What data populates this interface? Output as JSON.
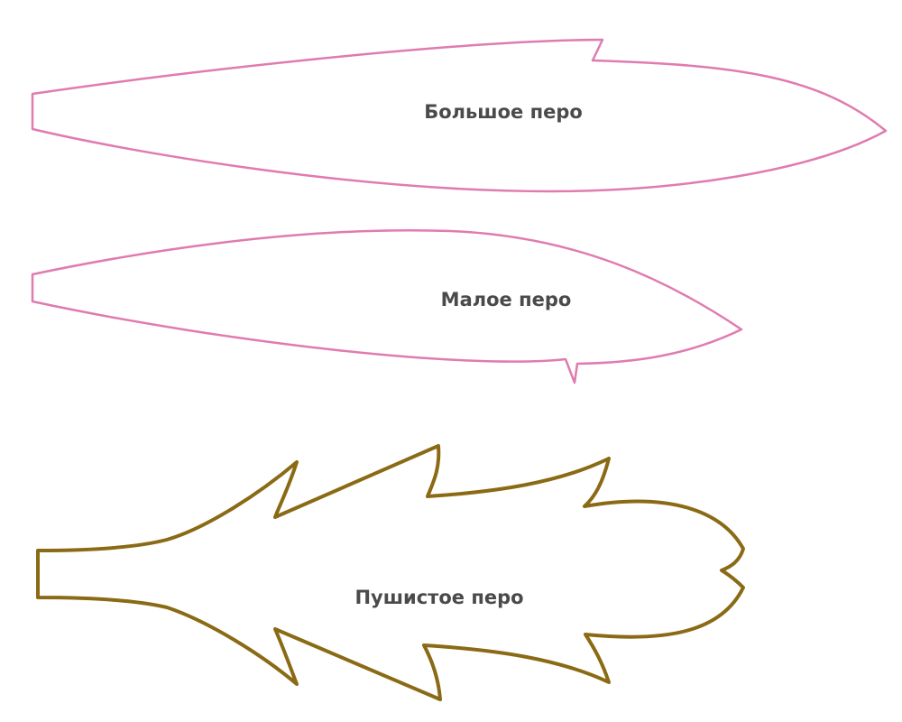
{
  "templates": [
    {
      "id": "big",
      "label": "Большое перо",
      "stroke_color": "#e07bb0"
    },
    {
      "id": "small",
      "label": "Малое перо",
      "stroke_color": "#e07bb0"
    },
    {
      "id": "fluffy",
      "label": "Пушистое перо",
      "stroke_color": "#8a6a14"
    }
  ]
}
